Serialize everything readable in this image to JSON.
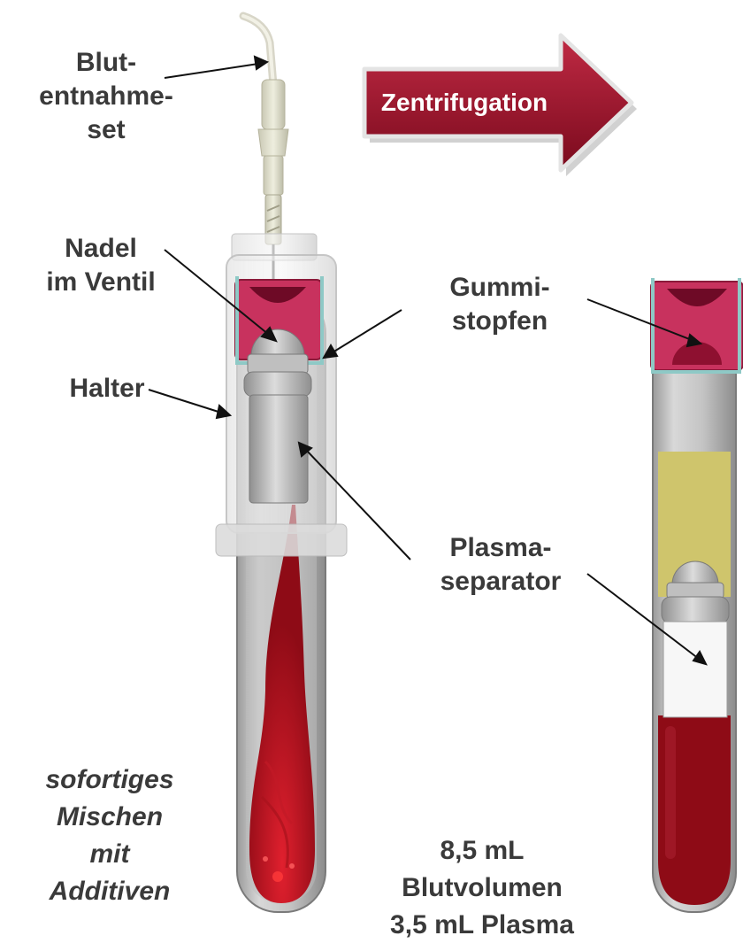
{
  "arrow": {
    "label": "Zentrifugation",
    "color": "#8b0d24"
  },
  "labels": {
    "blutentnahme": [
      "Blut-",
      "entnahme-",
      "set"
    ],
    "nadel": [
      "Nadel",
      "im Ventil"
    ],
    "halter": "Halter",
    "gummi": [
      "Gummi-",
      "stopfen"
    ],
    "plasma": [
      "Plasma-",
      "separator"
    ],
    "mischen": [
      "sofortiges",
      "Mischen",
      "mit",
      "Additiven"
    ],
    "volume": [
      "8,5 mL",
      "Blutvolumen",
      "3,5 mL Plasma"
    ]
  },
  "colors": {
    "blood": "#8e0b16",
    "stopper": "#c8325e",
    "plasma": "#cfc56c",
    "separator": "#c9c9c9"
  }
}
